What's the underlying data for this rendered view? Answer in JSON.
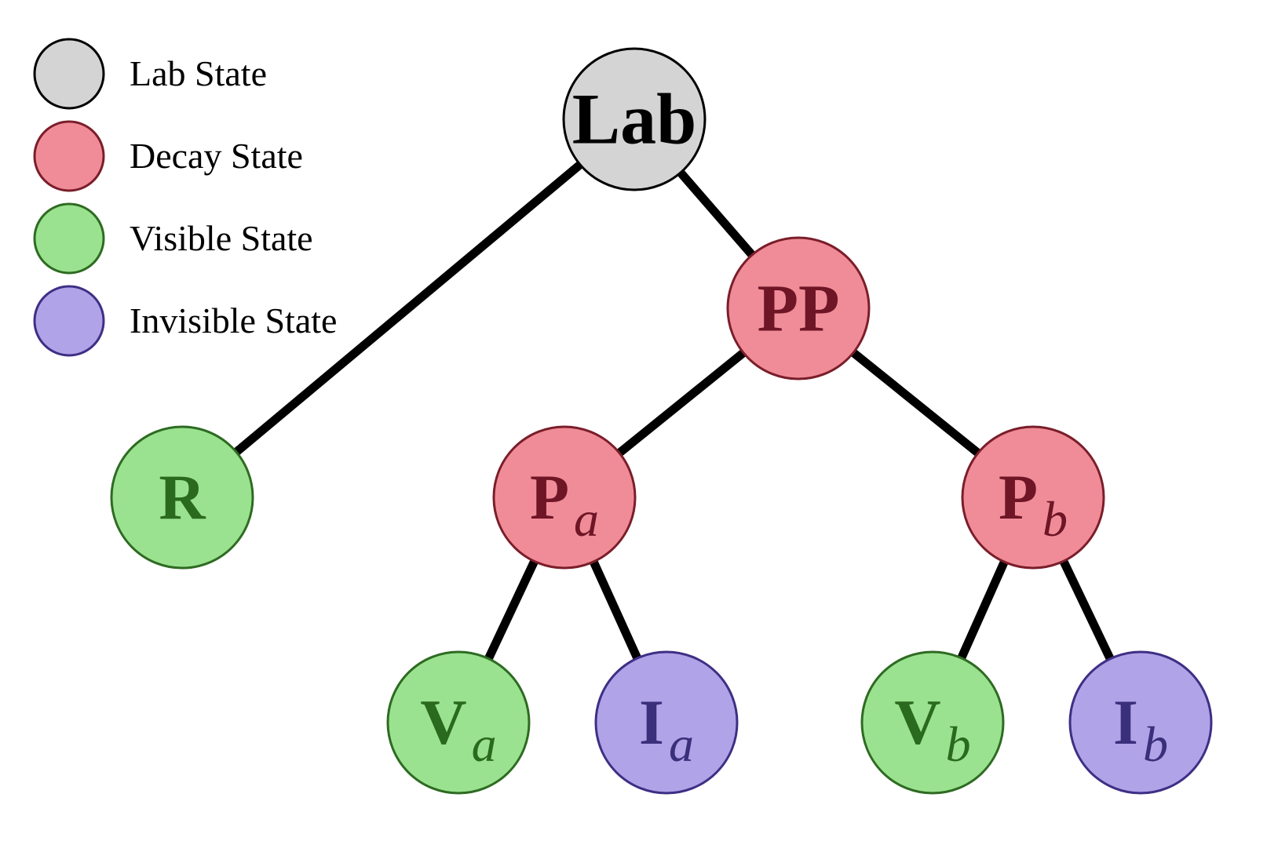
{
  "state_types": {
    "lab": {
      "fill": "#d4d4d4",
      "stroke": "#000000",
      "text": "#000000"
    },
    "decay": {
      "fill": "#f08c98",
      "stroke": "#7a1e2a",
      "text": "#6e1526"
    },
    "visible": {
      "fill": "#9ae290",
      "stroke": "#2e6b22",
      "text": "#2a6a1f"
    },
    "invisible": {
      "fill": "#b1a3e8",
      "stroke": "#3e2f84",
      "text": "#3a2f7a"
    }
  },
  "legend": [
    {
      "type": "lab",
      "label": "Lab State"
    },
    {
      "type": "decay",
      "label": "Decay State"
    },
    {
      "type": "visible",
      "label": "Visible State"
    },
    {
      "type": "invisible",
      "label": "Invisible State"
    }
  ],
  "nodes": [
    {
      "id": "lab",
      "type": "lab",
      "label": "Lab",
      "sub": ""
    },
    {
      "id": "pp",
      "type": "decay",
      "label": "PP",
      "sub": ""
    },
    {
      "id": "r",
      "type": "visible",
      "label": "R",
      "sub": ""
    },
    {
      "id": "pa",
      "type": "decay",
      "label": "P",
      "sub": "a"
    },
    {
      "id": "pb",
      "type": "decay",
      "label": "P",
      "sub": "b"
    },
    {
      "id": "va",
      "type": "visible",
      "label": "V",
      "sub": "a"
    },
    {
      "id": "ia",
      "type": "invisible",
      "label": "I",
      "sub": "a"
    },
    {
      "id": "vb",
      "type": "visible",
      "label": "V",
      "sub": "b"
    },
    {
      "id": "ib",
      "type": "invisible",
      "label": "I",
      "sub": "b"
    }
  ],
  "edges": [
    {
      "from": "lab",
      "to": "r"
    },
    {
      "from": "lab",
      "to": "pp"
    },
    {
      "from": "pp",
      "to": "pa"
    },
    {
      "from": "pp",
      "to": "pb"
    },
    {
      "from": "pa",
      "to": "va"
    },
    {
      "from": "pa",
      "to": "ia"
    },
    {
      "from": "pb",
      "to": "vb"
    },
    {
      "from": "pb",
      "to": "ib"
    }
  ]
}
